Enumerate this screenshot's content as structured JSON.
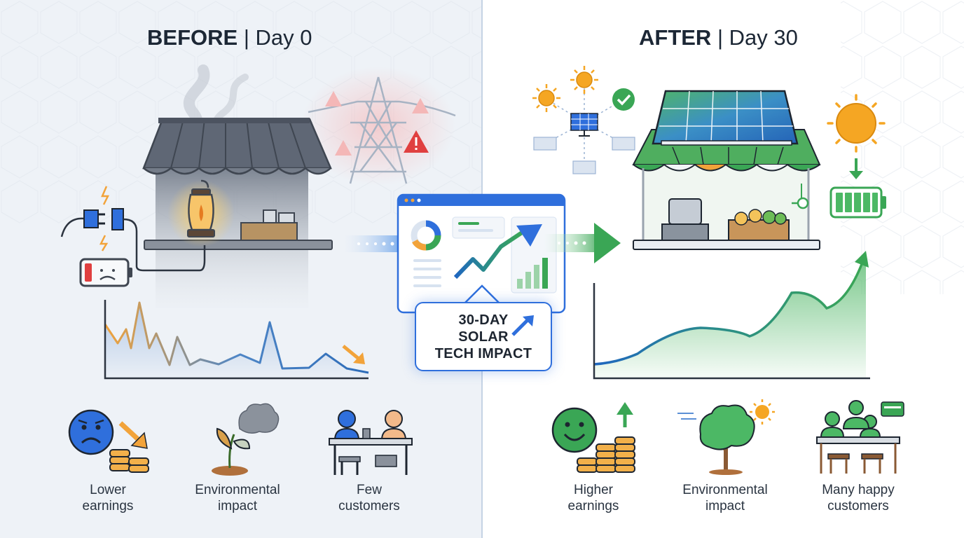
{
  "before": {
    "title_strong": "BEFORE",
    "title_rest": "| Day 0",
    "items": [
      {
        "line1": "Lower",
        "line2": "earnings"
      },
      {
        "line1": "Environmental",
        "line2": "impact"
      },
      {
        "line1": "Few",
        "line2": "customers"
      }
    ]
  },
  "after": {
    "title_strong": "AFTER",
    "title_rest": "| Day 30",
    "items": [
      {
        "line1": "Higher",
        "line2": "earnings"
      },
      {
        "line1": "Environmental",
        "line2": "impact"
      },
      {
        "line1": "Many happy",
        "line2": "customers"
      }
    ]
  },
  "center": {
    "line1": "30-DAY",
    "line2": "SOLAR",
    "line3": "TECH IMPACT"
  },
  "colors": {
    "before_bg": "#eef2f7",
    "accent_blue": "#2f6fdc",
    "accent_green": "#3aa655",
    "warn_red": "#e04040",
    "trend_orange": "#f2a33a"
  },
  "icons": [
    "power-plug-icon",
    "low-battery-icon",
    "lantern-icon",
    "power-tower-icon",
    "warning-icon",
    "sun-icon",
    "solar-panel-icon",
    "check-icon",
    "battery-full-icon",
    "coins-icon",
    "tree-icon",
    "people-icon"
  ]
}
